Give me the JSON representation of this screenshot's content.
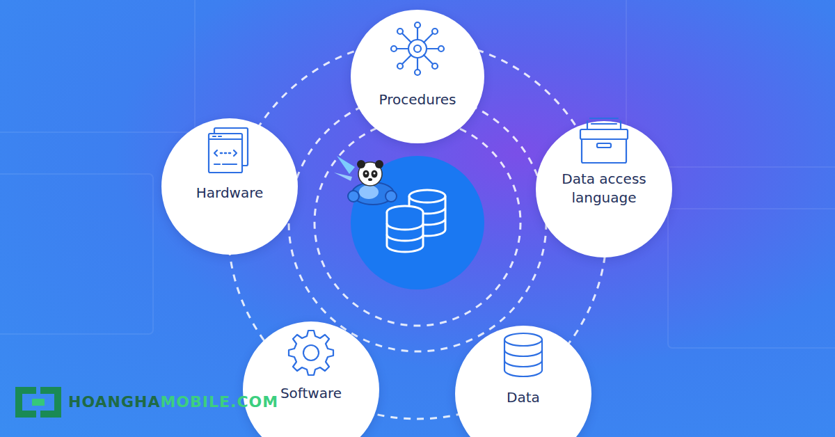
{
  "diagram": {
    "nodes": [
      {
        "text": [
          "Procedures"
        ]
      },
      {
        "text": [
          "Hardware"
        ]
      },
      {
        "text": [
          "Data access language"
        ]
      },
      {
        "text": [
          "Software"
        ]
      },
      {
        "text": [
          "Data"
        ]
      }
    ],
    "labels": [
      "HOANGHA",
      "MOBILE.COM"
    ]
  }
}
